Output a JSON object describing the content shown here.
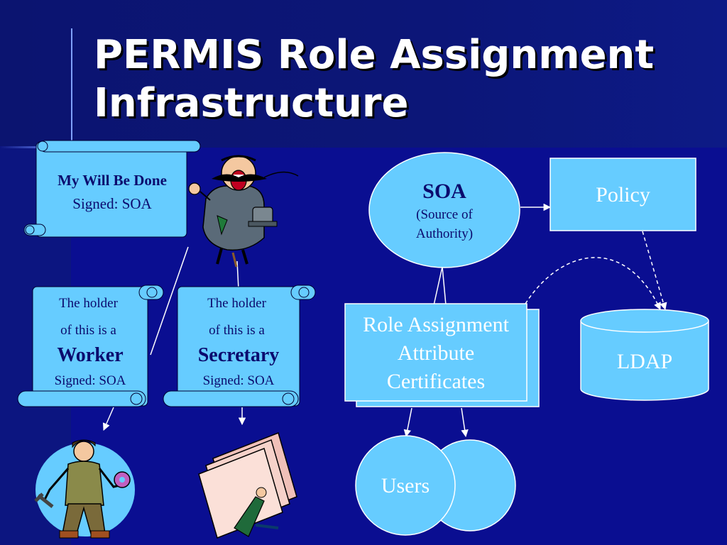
{
  "title": {
    "line1": "PERMIS Role Assignment",
    "line2": "Infrastructure"
  },
  "scrolls": {
    "will": {
      "line1": "My Will Be Done",
      "line2": "Signed: SOA"
    },
    "worker": {
      "line1": "The holder",
      "line2": "of this is a",
      "role": "Worker",
      "signed": "Signed: SOA"
    },
    "secretary": {
      "line1": "The holder",
      "line2": "of this is a",
      "role": "Secretary",
      "signed": "Signed: SOA"
    }
  },
  "soa": {
    "label": "SOA",
    "sub1": "(Source of",
    "sub2": "Authority)"
  },
  "policy": {
    "label": "Policy"
  },
  "ldap": {
    "label": "LDAP"
  },
  "certificates": {
    "line1": "Role Assignment",
    "line2": "Attribute",
    "line3": "Certificates"
  },
  "users": {
    "label": "Users"
  },
  "colors": {
    "background": "#0a0e91",
    "shape_fill": "#66ccff",
    "title": "#ffffff",
    "text": "#0b0b6e"
  }
}
